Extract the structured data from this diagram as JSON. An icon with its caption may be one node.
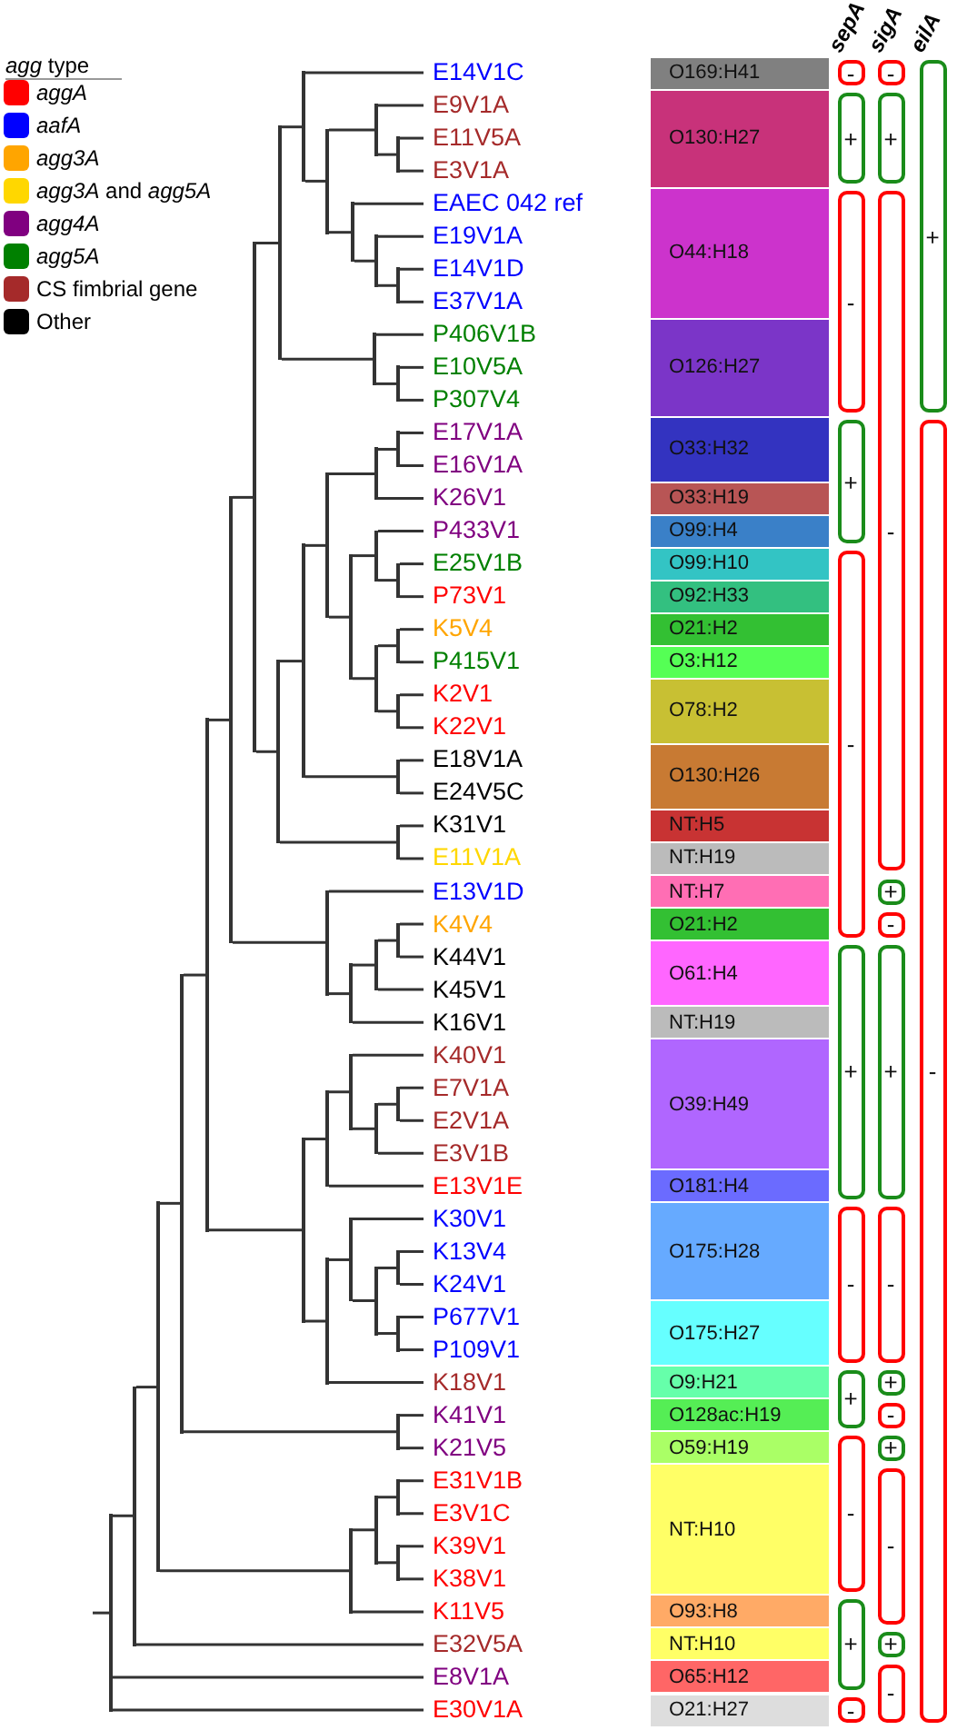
{
  "diagram": {
    "nodes": [
      {
        "text": [
          "E14V1C"
        ]
      },
      {
        "text": [
          "E9V1A"
        ]
      },
      {
        "text": [
          "E11V5A"
        ]
      },
      {
        "text": [
          "E3V1A"
        ]
      },
      {
        "text": [
          "EAEC 042 ref"
        ]
      },
      {
        "text": [
          "E19V1A"
        ]
      },
      {
        "text": [
          "E14V1D"
        ]
      },
      {
        "text": [
          "E37V1A"
        ]
      },
      {
        "text": [
          "P406V1B"
        ]
      },
      {
        "text": [
          "E10V5A"
        ]
      },
      {
        "text": [
          "P307V4"
        ]
      },
      {
        "text": [
          "E17V1A"
        ]
      },
      {
        "text": [
          "E16V1A"
        ]
      },
      {
        "text": [
          "K26V1"
        ]
      },
      {
        "text": [
          "P433V1"
        ]
      },
      {
        "text": [
          "E25V1B"
        ]
      },
      {
        "text": [
          "P73V1"
        ]
      },
      {
        "text": [
          "K5V4"
        ]
      },
      {
        "text": [
          "P415V1"
        ]
      },
      {
        "text": [
          "K2V1"
        ]
      },
      {
        "text": [
          "K22V1"
        ]
      },
      {
        "text": [
          "E18V1A"
        ]
      },
      {
        "text": [
          "E24V5C"
        ]
      },
      {
        "text": [
          "K31V1"
        ]
      },
      {
        "text": [
          "E11V1A"
        ]
      },
      {
        "text": [
          "E13V1D"
        ]
      },
      {
        "text": [
          "K4V4"
        ]
      },
      {
        "text": [
          "K44V1"
        ]
      },
      {
        "text": [
          "K45V1"
        ]
      },
      {
        "text": [
          "K16V1"
        ]
      },
      {
        "text": [
          "K40V1"
        ]
      },
      {
        "text": [
          "E7V1A"
        ]
      },
      {
        "text": [
          "E2V1A"
        ]
      },
      {
        "text": [
          "E3V1B"
        ]
      },
      {
        "text": [
          "E13V1E"
        ]
      },
      {
        "text": [
          "K30V1"
        ]
      },
      {
        "text": [
          "K13V4"
        ]
      },
      {
        "text": [
          "K24V1"
        ]
      },
      {
        "text": [
          "P677V1"
        ]
      },
      {
        "text": [
          "P109V1"
        ]
      },
      {
        "text": [
          "K18V1"
        ]
      },
      {
        "text": [
          "K41V1"
        ]
      },
      {
        "text": [
          "K21V5"
        ]
      },
      {
        "text": [
          "E31V1B"
        ]
      },
      {
        "text": [
          "E3V1C"
        ]
      },
      {
        "text": [
          "K39V1"
        ]
      },
      {
        "text": [
          "K38V1"
        ]
      },
      {
        "text": [
          "K11V5"
        ]
      },
      {
        "text": [
          "E32V5A"
        ]
      },
      {
        "text": [
          "E8V1A"
        ]
      },
      {
        "text": [
          "E30V1A"
        ]
      },
      {
        "text": [],
        "shape": "bar"
      },
      {
        "text": [],
        "shape": "bar"
      },
      {
        "text": [],
        "shape": "bar"
      },
      {
        "text": [],
        "shape": "bar"
      },
      {
        "text": [],
        "shape": "bar"
      },
      {
        "text": [],
        "shape": "bar"
      },
      {
        "text": [],
        "shape": "bar"
      },
      {
        "text": [],
        "shape": "bar"
      },
      {
        "text": [],
        "shape": "bar"
      },
      {
        "text": [],
        "shape": "bar"
      },
      {
        "text": [],
        "shape": "bar"
      },
      {
        "text": [],
        "shape": "bar"
      },
      {
        "text": [],
        "shape": "bar"
      },
      {
        "text": [],
        "shape": "bar"
      },
      {
        "text": [],
        "shape": "bar"
      },
      {
        "text": [],
        "shape": "bar"
      },
      {
        "text": [],
        "shape": "bar"
      },
      {
        "text": [],
        "shape": "bar"
      },
      {
        "text": [],
        "shape": "bar"
      },
      {
        "text": [],
        "shape": "bar"
      },
      {
        "text": [],
        "shape": "bar"
      },
      {
        "text": [],
        "shape": "bar"
      },
      {
        "text": [],
        "shape": "bar"
      },
      {
        "text": [],
        "shape": "bar"
      },
      {
        "text": [],
        "shape": "bar"
      },
      {
        "text": [],
        "shape": "bar"
      },
      {
        "text": [],
        "shape": "bar"
      },
      {
        "text": [],
        "shape": "bar"
      },
      {
        "text": [],
        "shape": "bar"
      },
      {
        "text": [],
        "shape": "bar"
      },
      {
        "text": [],
        "shape": "bar"
      },
      {
        "text": [],
        "shape": "bar"
      },
      {
        "text": [],
        "shape": "bar"
      },
      {
        "text": [],
        "shape": "bar"
      },
      {
        "text": [],
        "shape": "bar"
      },
      {
        "text": [],
        "shape": "bar"
      },
      {
        "text": [],
        "shape": "bar"
      },
      {
        "text": [],
        "shape": "bar"
      },
      {
        "text": [],
        "shape": "bar"
      },
      {
        "text": [],
        "shape": "bar"
      },
      {
        "text": [],
        "shape": "bar"
      },
      {
        "text": [],
        "shape": "bar"
      },
      {
        "text": [],
        "shape": "bar"
      },
      {
        "text": [],
        "shape": "bar"
      },
      {
        "text": [],
        "shape": "bar"
      },
      {
        "text": [],
        "shape": "bar"
      },
      {
        "text": [],
        "shape": "bar"
      },
      {
        "text": [],
        "shape": "bar"
      },
      {
        "text": [],
        "shape": "bar"
      },
      {
        "text": [
          "O169:H41"
        ]
      },
      {
        "text": [
          "O130:H27"
        ]
      },
      {
        "text": [
          "O44:H18"
        ]
      },
      {
        "text": [
          "O126:H27"
        ]
      },
      {
        "text": [
          "O33:H32"
        ]
      },
      {
        "text": [
          "O33:H19"
        ]
      },
      {
        "text": [
          "O99:H4"
        ]
      },
      {
        "text": [
          "O99:H10"
        ]
      },
      {
        "text": [
          "O92:H33"
        ]
      },
      {
        "text": [
          "O21:H2"
        ]
      },
      {
        "text": [
          "O3:H12"
        ]
      },
      {
        "text": [
          "O78:H2"
        ]
      },
      {
        "text": [
          "O130:H26"
        ]
      },
      {
        "text": [
          "NT:H5"
        ]
      },
      {
        "text": [
          "NT:H19"
        ]
      },
      {
        "text": [
          "NT:H7"
        ]
      },
      {
        "text": [
          "O21:H2"
        ]
      },
      {
        "text": [
          "O61:H4"
        ]
      },
      {
        "text": [
          "NT:H19"
        ]
      },
      {
        "text": [
          "O39:H49"
        ]
      },
      {
        "text": [
          "O181:H4"
        ]
      },
      {
        "text": [
          "O175:H28"
        ]
      },
      {
        "text": [
          "O175:H27"
        ]
      },
      {
        "text": [
          "O9:H21"
        ]
      },
      {
        "text": [
          "O128ac:H19"
        ]
      },
      {
        "text": [
          "O59:H19"
        ]
      },
      {
        "text": [
          "NT:H10"
        ]
      },
      {
        "text": [
          "O93:H8"
        ]
      },
      {
        "text": [
          "NT:H10"
        ]
      },
      {
        "text": [
          "O65:H12"
        ]
      },
      {
        "text": [
          "O21:H27"
        ]
      },
      {
        "text": [
          "-"
        ]
      },
      {
        "text": [
          "+"
        ]
      },
      {
        "text": [
          "-"
        ]
      },
      {
        "text": [
          "+"
        ]
      },
      {
        "text": [
          "-"
        ]
      },
      {
        "text": [
          "+"
        ]
      },
      {
        "text": [
          "-"
        ]
      },
      {
        "text": [
          "+"
        ]
      },
      {
        "text": [
          "-"
        ]
      },
      {
        "text": [
          "+"
        ]
      },
      {
        "text": [
          "-"
        ]
      },
      {
        "text": [
          "-"
        ]
      },
      {
        "text": [
          "+"
        ]
      },
      {
        "text": [
          "-"
        ]
      },
      {
        "text": [
          "+"
        ]
      },
      {
        "text": [
          "-"
        ]
      },
      {
        "text": [
          "+"
        ]
      },
      {
        "text": [
          "-"
        ]
      },
      {
        "text": [
          "+"
        ]
      },
      {
        "text": [
          "-"
        ]
      },
      {
        "text": [
          "+"
        ]
      },
      {
        "text": [
          "-"
        ]
      },
      {
        "text": [
          "+"
        ]
      },
      {
        "text": [
          "-"
        ]
      },
      {
        "text": [
          "+"
        ]
      },
      {
        "text": [
          "-"
        ]
      }
    ],
    "edges": [
      {
        "from": 51,
        "to": 2,
        "arrow": "none"
      },
      {
        "from": 51,
        "to": 3,
        "arrow": "none"
      },
      {
        "from": 52,
        "to": 1,
        "arrow": "none"
      },
      {
        "from": 52,
        "to": 51,
        "arrow": "none"
      },
      {
        "from": 53,
        "to": 6,
        "arrow": "none"
      },
      {
        "from": 53,
        "to": 7,
        "arrow": "none"
      },
      {
        "from": 54,
        "to": 5,
        "arrow": "none"
      },
      {
        "from": 54,
        "to": 53,
        "arrow": "none"
      },
      {
        "from": 55,
        "to": 4,
        "arrow": "none"
      },
      {
        "from": 55,
        "to": 54,
        "arrow": "none"
      },
      {
        "from": 56,
        "to": 52,
        "arrow": "none"
      },
      {
        "from": 56,
        "to": 55,
        "arrow": "none"
      },
      {
        "from": 57,
        "to": 0,
        "arrow": "none"
      },
      {
        "from": 57,
        "to": 56,
        "arrow": "none"
      },
      {
        "from": 58,
        "to": 9,
        "arrow": "none"
      },
      {
        "from": 58,
        "to": 10,
        "arrow": "none"
      },
      {
        "from": 59,
        "to": 8,
        "arrow": "none"
      },
      {
        "from": 59,
        "to": 58,
        "arrow": "none"
      },
      {
        "from": 60,
        "to": 57,
        "arrow": "none"
      },
      {
        "from": 60,
        "to": 59,
        "arrow": "none"
      },
      {
        "from": 61,
        "to": 11,
        "arrow": "none"
      },
      {
        "from": 61,
        "to": 12,
        "arrow": "none"
      },
      {
        "from": 62,
        "to": 61,
        "arrow": "none"
      },
      {
        "from": 62,
        "to": 13,
        "arrow": "none"
      },
      {
        "from": 63,
        "to": 15,
        "arrow": "none"
      },
      {
        "from": 63,
        "to": 16,
        "arrow": "none"
      },
      {
        "from": 64,
        "to": 14,
        "arrow": "none"
      },
      {
        "from": 64,
        "to": 63,
        "arrow": "none"
      },
      {
        "from": 65,
        "to": 17,
        "arrow": "none"
      },
      {
        "from": 65,
        "to": 18,
        "arrow": "none"
      },
      {
        "from": 66,
        "to": 19,
        "arrow": "none"
      },
      {
        "from": 66,
        "to": 20,
        "arrow": "none"
      },
      {
        "from": 67,
        "to": 65,
        "arrow": "none"
      },
      {
        "from": 67,
        "to": 66,
        "arrow": "none"
      },
      {
        "from": 68,
        "to": 64,
        "arrow": "none"
      },
      {
        "from": 68,
        "to": 67,
        "arrow": "none"
      },
      {
        "from": 69,
        "to": 62,
        "arrow": "none"
      },
      {
        "from": 69,
        "to": 68,
        "arrow": "none"
      },
      {
        "from": 70,
        "to": 21,
        "arrow": "none"
      },
      {
        "from": 70,
        "to": 22,
        "arrow": "none"
      },
      {
        "from": 71,
        "to": 69,
        "arrow": "none"
      },
      {
        "from": 71,
        "to": 70,
        "arrow": "none"
      },
      {
        "from": 72,
        "to": 23,
        "arrow": "none"
      },
      {
        "from": 72,
        "to": 24,
        "arrow": "none"
      },
      {
        "from": 73,
        "to": 71,
        "arrow": "none"
      },
      {
        "from": 73,
        "to": 72,
        "arrow": "none"
      },
      {
        "from": 74,
        "to": 60,
        "arrow": "none"
      },
      {
        "from": 74,
        "to": 73,
        "arrow": "none"
      },
      {
        "from": 75,
        "to": 26,
        "arrow": "none"
      },
      {
        "from": 75,
        "to": 27,
        "arrow": "none"
      },
      {
        "from": 76,
        "to": 75,
        "arrow": "none"
      },
      {
        "from": 76,
        "to": 28,
        "arrow": "none"
      },
      {
        "from": 77,
        "to": 76,
        "arrow": "none"
      },
      {
        "from": 77,
        "to": 29,
        "arrow": "none"
      },
      {
        "from": 78,
        "to": 25,
        "arrow": "none"
      },
      {
        "from": 78,
        "to": 77,
        "arrow": "none"
      },
      {
        "from": 79,
        "to": 74,
        "arrow": "none"
      },
      {
        "from": 79,
        "to": 78,
        "arrow": "none"
      },
      {
        "from": 80,
        "to": 31,
        "arrow": "none"
      },
      {
        "from": 80,
        "to": 32,
        "arrow": "none"
      },
      {
        "from": 81,
        "to": 80,
        "arrow": "none"
      },
      {
        "from": 81,
        "to": 33,
        "arrow": "none"
      },
      {
        "from": 82,
        "to": 30,
        "arrow": "none"
      },
      {
        "from": 82,
        "to": 81,
        "arrow": "none"
      },
      {
        "from": 83,
        "to": 82,
        "arrow": "none"
      },
      {
        "from": 83,
        "to": 34,
        "arrow": "none"
      },
      {
        "from": 84,
        "to": 36,
        "arrow": "none"
      },
      {
        "from": 84,
        "to": 37,
        "arrow": "none"
      },
      {
        "from": 85,
        "to": 38,
        "arrow": "none"
      },
      {
        "from": 85,
        "to": 39,
        "arrow": "none"
      },
      {
        "from": 86,
        "to": 84,
        "arrow": "none"
      },
      {
        "from": 86,
        "to": 85,
        "arrow": "none"
      },
      {
        "from": 87,
        "to": 35,
        "arrow": "none"
      },
      {
        "from": 87,
        "to": 86,
        "arrow": "none"
      },
      {
        "from": 88,
        "to": 87,
        "arrow": "none"
      },
      {
        "from": 88,
        "to": 40,
        "arrow": "none"
      },
      {
        "from": 89,
        "to": 83,
        "arrow": "none"
      },
      {
        "from": 89,
        "to": 88,
        "arrow": "none"
      },
      {
        "from": 90,
        "to": 79,
        "arrow": "none"
      },
      {
        "from": 90,
        "to": 89,
        "arrow": "none"
      },
      {
        "from": 91,
        "to": 41,
        "arrow": "none"
      },
      {
        "from": 91,
        "to": 42,
        "arrow": "none"
      },
      {
        "from": 92,
        "to": 90,
        "arrow": "none"
      },
      {
        "from": 92,
        "to": 91,
        "arrow": "none"
      },
      {
        "from": 93,
        "to": 43,
        "arrow": "none"
      },
      {
        "from": 93,
        "to": 44,
        "arrow": "none"
      },
      {
        "from": 94,
        "to": 45,
        "arrow": "none"
      },
      {
        "from": 94,
        "to": 46,
        "arrow": "none"
      },
      {
        "from": 95,
        "to": 93,
        "arrow": "none"
      },
      {
        "from": 95,
        "to": 94,
        "arrow": "none"
      },
      {
        "from": 96,
        "to": 95,
        "arrow": "none"
      },
      {
        "from": 96,
        "to": 47,
        "arrow": "none"
      },
      {
        "from": 97,
        "to": 92,
        "arrow": "none"
      },
      {
        "from": 97,
        "to": 96,
        "arrow": "none"
      },
      {
        "from": 98,
        "to": 97,
        "arrow": "none"
      },
      {
        "from": 98,
        "to": 48,
        "arrow": "none"
      },
      {
        "from": 99,
        "to": 98,
        "arrow": "none"
      },
      {
        "from": 99,
        "to": 49,
        "arrow": "none"
      },
      {
        "from": 99,
        "to": 50,
        "arrow": "none"
      },
      {
        "from": null,
        "to": 99,
        "arrow": "none"
      }
    ],
    "labels": [
      "*agg* type",
      "sepA",
      "sigA",
      "eilA"
    ],
    "legend": [
      {
        "text": "*aggA*",
        "color": "#ff0000"
      },
      {
        "text": "*aafA*",
        "color": "#0000ff"
      },
      {
        "text": "*agg3A*",
        "color": "#ffa500"
      },
      {
        "text": "*agg3A* and *agg5A*",
        "color": "#ffd700"
      },
      {
        "text": "*agg4A*",
        "color": "#800080"
      },
      {
        "text": "*agg5A*",
        "color": "#008000"
      },
      {
        "text": "CS fimbrial gene",
        "color": "#a52a2a"
      },
      {
        "text": "Other",
        "color": "#000000"
      }
    ]
  }
}
